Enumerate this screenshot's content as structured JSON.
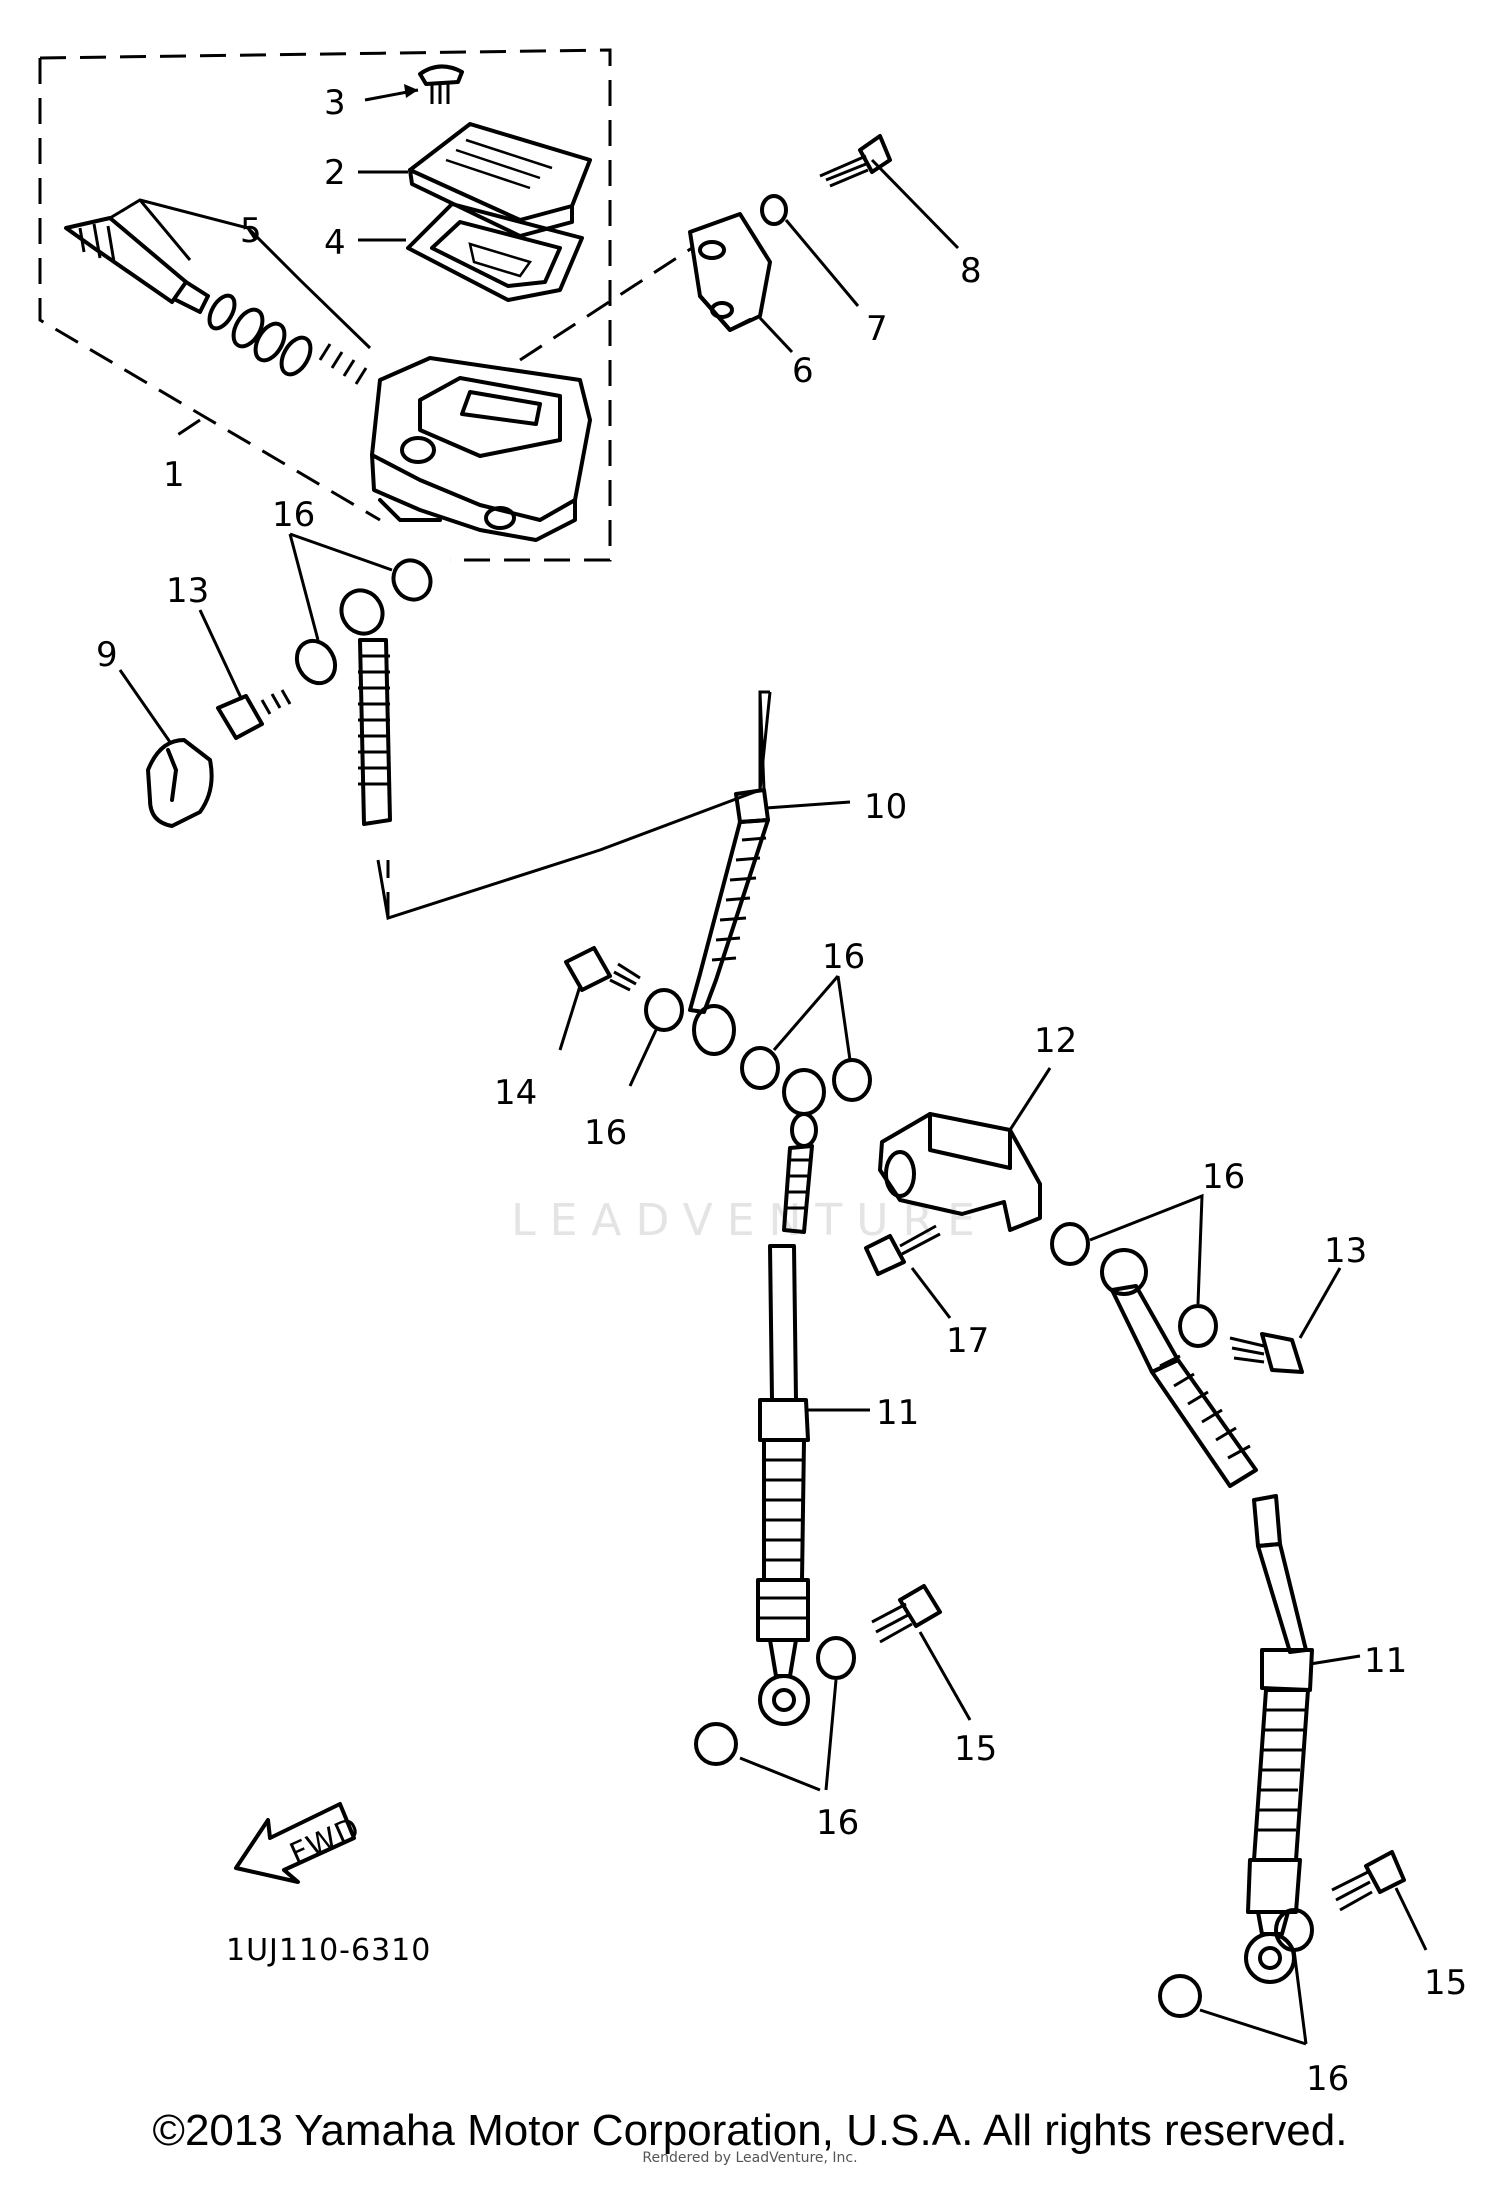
{
  "diagram": {
    "code": "1UJ110-6310",
    "fwd_label": "FWD",
    "watermark": "LEADVENTURE",
    "copyright": "©2013 Yamaha Motor Corporation, U.S.A. All rights reserved.",
    "rendered_by": "Rendered by LeadVenture, Inc.",
    "callouts": {
      "c1": "1",
      "c2": "2",
      "c3": "3",
      "c4": "4",
      "c5": "5",
      "c6": "6",
      "c7": "7",
      "c8": "8",
      "c9": "9",
      "c10": "10",
      "c11a": "11",
      "c11b": "11",
      "c12": "12",
      "c13a": "13",
      "c13b": "13",
      "c14": "14",
      "c15a": "15",
      "c15b": "15",
      "c16a": "16",
      "c16b": "16",
      "c16c": "16",
      "c16d": "16",
      "c16e": "16",
      "c16f": "16",
      "c17": "17"
    }
  }
}
